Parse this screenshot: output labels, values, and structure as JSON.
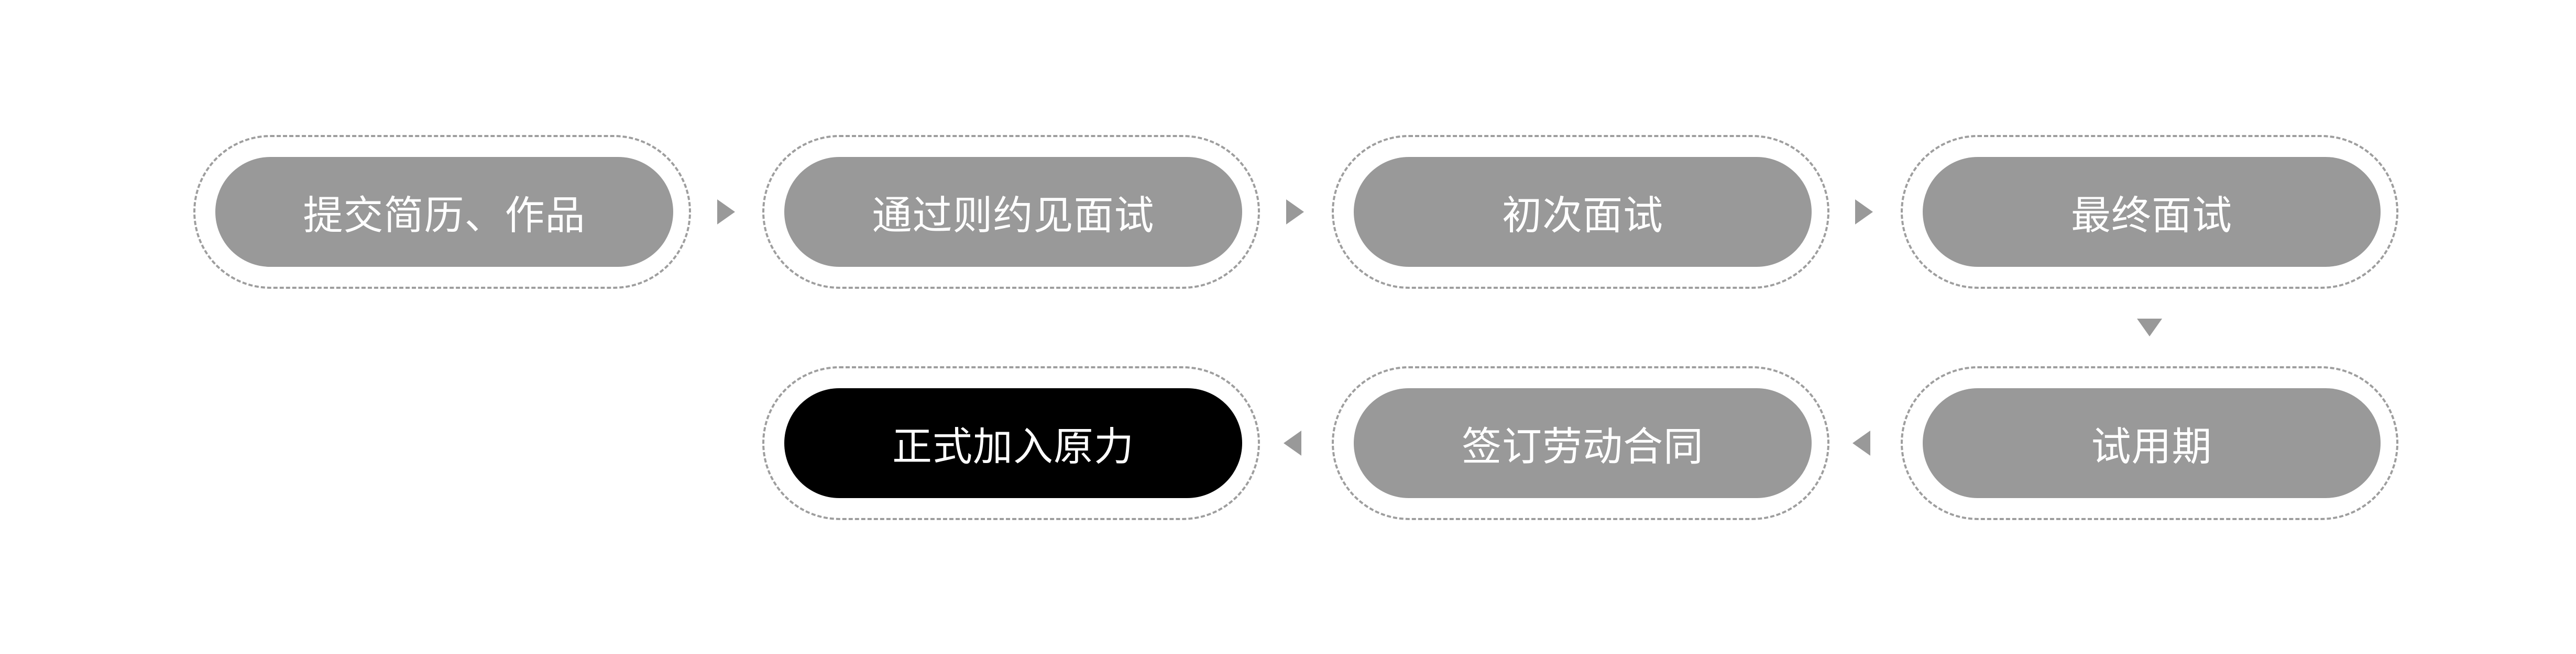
{
  "steps": [
    {
      "label": "提交简历、作品"
    },
    {
      "label": "通过则约见面试"
    },
    {
      "label": "初次面试"
    },
    {
      "label": "最终面试"
    },
    {
      "label": "试用期"
    },
    {
      "label": "签订劳动合同"
    },
    {
      "label": "正式加入原力"
    }
  ],
  "colors": {
    "step_fill": "#999999",
    "final_step_fill": "#000000",
    "step_text": "#ffffff",
    "dashed_border": "#9e9e9e",
    "arrow": "#999999"
  }
}
